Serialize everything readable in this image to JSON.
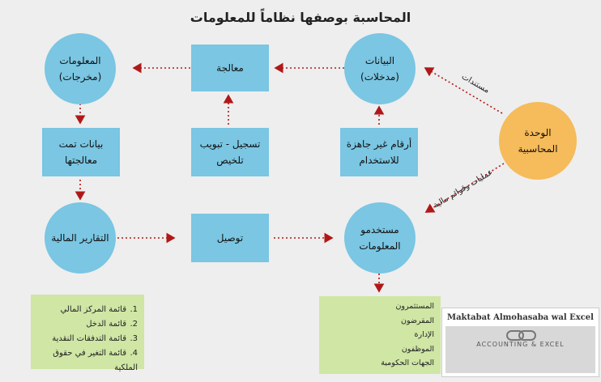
{
  "title": "المحاسبة بوصفها نظاماً للمعلومات",
  "nodes": {
    "information_outputs": "المعلومات\n(مخرجات)",
    "processing": "معالجة",
    "data_inputs": "البيانات\n(مدخلات)",
    "accounting_unit": "الوحدة\nالمحاسبية",
    "processed_data": "بيانات تمت\nمعالجتها",
    "record_classify": "تسجيل - تبويب\nتلخيص",
    "raw_numbers": "أرقام غير جاهزة\nللاستخدام",
    "financial_reports": "التقارير المالية",
    "delivery": "توصيل",
    "info_users": "مستخدمو\nالمعلومات"
  },
  "edge_labels": {
    "documents": "مستندات",
    "operations": "عمليات وقوائم مالية"
  },
  "reports_list": [
    {
      "num": "1.",
      "text": "قائمة المركز المالي"
    },
    {
      "num": "2.",
      "text": "قائمة الدخل"
    },
    {
      "num": "3.",
      "text": "قائمة التدفقات النقدية"
    },
    {
      "num": "4.",
      "text": "قائمة التغير في حقوق الملكية"
    }
  ],
  "users_list": [
    "المستثمرون",
    "المقرضون",
    "الإدارة",
    "الموظفون",
    "الجهات الحكومية"
  ],
  "logo": {
    "name": "Maktabat Almohasaba wal Excel",
    "tagline": "ACCOUNTING & EXCEL"
  },
  "colors": {
    "node_fill": "#7ac6e3",
    "accounting_unit_fill": "#f6bb5a",
    "list_fill": "#cfe6a5",
    "arrow": "#b01818"
  }
}
